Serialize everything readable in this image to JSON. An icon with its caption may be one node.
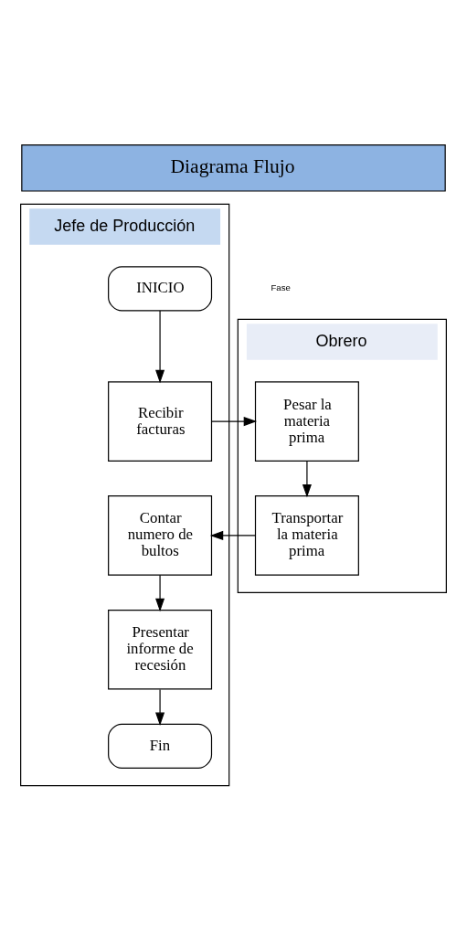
{
  "diagram": {
    "title": "Diagrama Flujo",
    "nodes": [
      {
        "text": [
          "Jefe de Producción"
        ]
      },
      {
        "text": [
          "Obrero"
        ]
      },
      {
        "text": [
          "INICIO"
        ],
        "in": 0
      },
      {
        "text": [
          "Recibir facturas"
        ],
        "in": 0
      },
      {
        "text": [
          "Pesar la materia prima"
        ],
        "in": 1
      },
      {
        "text": [
          "Transportar la materia prima"
        ],
        "in": 1
      },
      {
        "text": [
          "Contar numero de bultos"
        ],
        "in": 0
      },
      {
        "text": [
          "Presentar informe de recesión"
        ],
        "in": 0
      },
      {
        "text": [
          "Fin"
        ],
        "in": 0
      }
    ],
    "edges": [
      {
        "from": 2,
        "to": 3,
        "arrow": "to"
      },
      {
        "from": 3,
        "to": 4,
        "arrow": "to"
      },
      {
        "from": 4,
        "to": 5,
        "arrow": "to"
      },
      {
        "from": 5,
        "to": 6,
        "arrow": "to"
      },
      {
        "from": 6,
        "to": 7,
        "arrow": "to"
      },
      {
        "from": 7,
        "to": 8,
        "arrow": "to"
      }
    ],
    "labels": [
      "Fase"
    ]
  }
}
